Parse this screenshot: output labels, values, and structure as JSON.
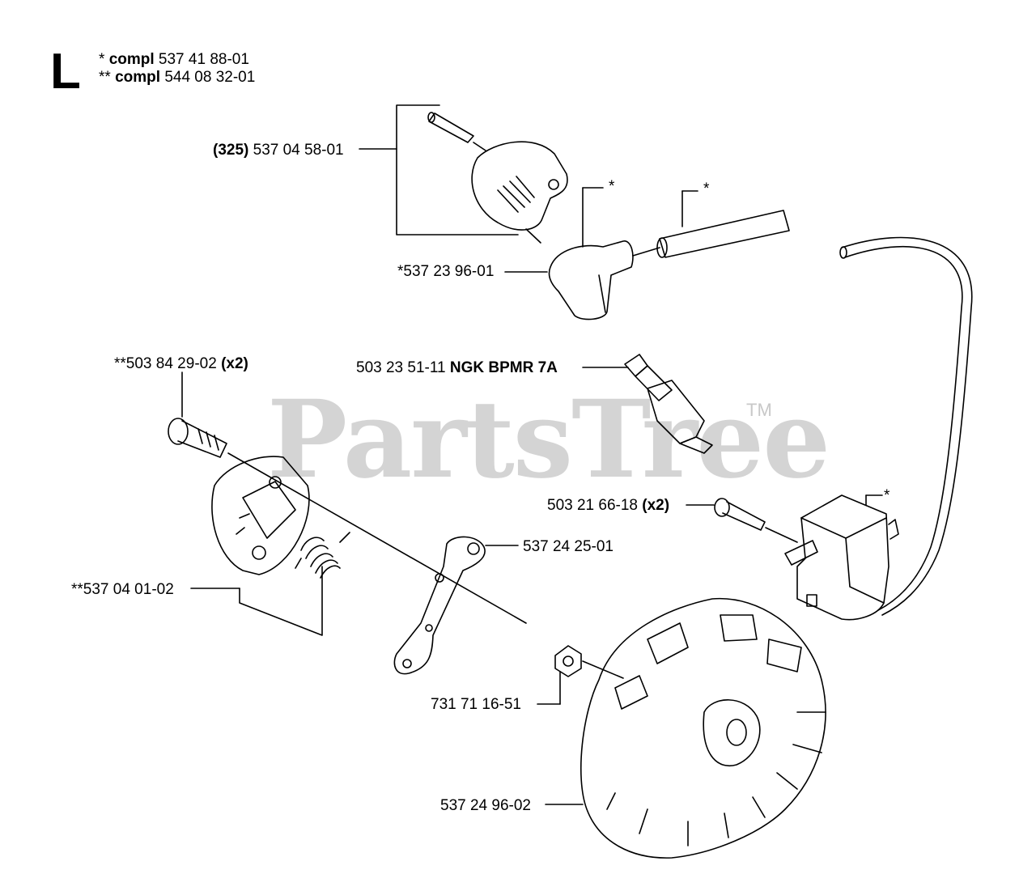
{
  "section_letter": "L",
  "legend": [
    {
      "mark": "*",
      "word": "compl",
      "number": "537 41 88-01"
    },
    {
      "mark": "**",
      "word": "compl",
      "number": "544 08 32-01"
    }
  ],
  "watermark": {
    "text": "PartsTree",
    "tm": "TM"
  },
  "callouts": {
    "boot_cover": {
      "ref": "(325)",
      "number": "537 04 58-01"
    },
    "plug_boot": {
      "number": "*537 23 96-01"
    },
    "spark_plug": {
      "number": "503 23 51-11",
      "spec": "NGK BPMR 7A"
    },
    "screw_top": {
      "number": "**503 84 29-02",
      "qty": "(x2)"
    },
    "screw_module": {
      "number": "503 21 66-18",
      "qty": "(x2)"
    },
    "plate": {
      "number": "537 24 25-01"
    },
    "clutch": {
      "number": "**537 04 01-02"
    },
    "nut": {
      "number": "731 71 16-51"
    },
    "flywheel": {
      "number": "537 24 96-02"
    }
  },
  "stars": [
    "*",
    "*",
    "*"
  ]
}
